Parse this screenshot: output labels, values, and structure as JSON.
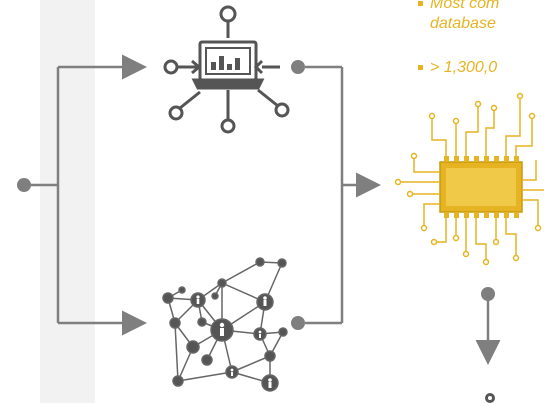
{
  "bullets": [
    {
      "line1": "Most com",
      "line2": "database"
    },
    {
      "line1": "> 1,300,0"
    }
  ],
  "icons": [
    "laptop-network-icon",
    "people-network-icon",
    "processor-chip-icon"
  ],
  "colors": {
    "line": "#7f7f7f",
    "chip": "#e6b422",
    "text": "#e6b422",
    "band": "#f2f2f2"
  }
}
